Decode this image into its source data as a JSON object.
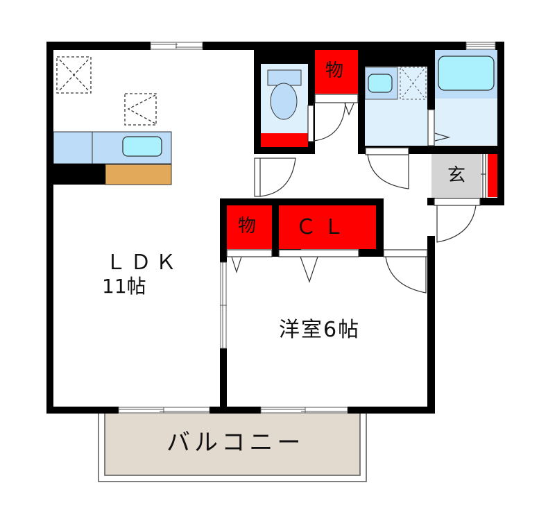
{
  "colors": {
    "wall": "#000000",
    "storage": "#ff0000",
    "wet_area": "#dff0fd",
    "fixture": "#bcdcf7",
    "fixture_inner": "#aaf0fd",
    "entrance": "#d4d4d4",
    "balcony": "#e2d9cf",
    "kitchen_counter": "#e3a95a",
    "text": "#111111"
  },
  "rooms": {
    "ldk": {
      "name": "ＬＤＫ",
      "size": "11帖"
    },
    "western": {
      "name": "洋室6帖"
    },
    "closet": {
      "name": "ＣＬ"
    },
    "storage_small": {
      "name": "物"
    },
    "storage_top": {
      "name": "物"
    },
    "entrance": {
      "name": "玄"
    },
    "balcony": {
      "name": "バルコニー"
    }
  },
  "fixtures": [
    "toilet",
    "bathtub",
    "washbasin",
    "washing-machine-space",
    "kitchen-sink",
    "refrigerator-space",
    "stove"
  ]
}
